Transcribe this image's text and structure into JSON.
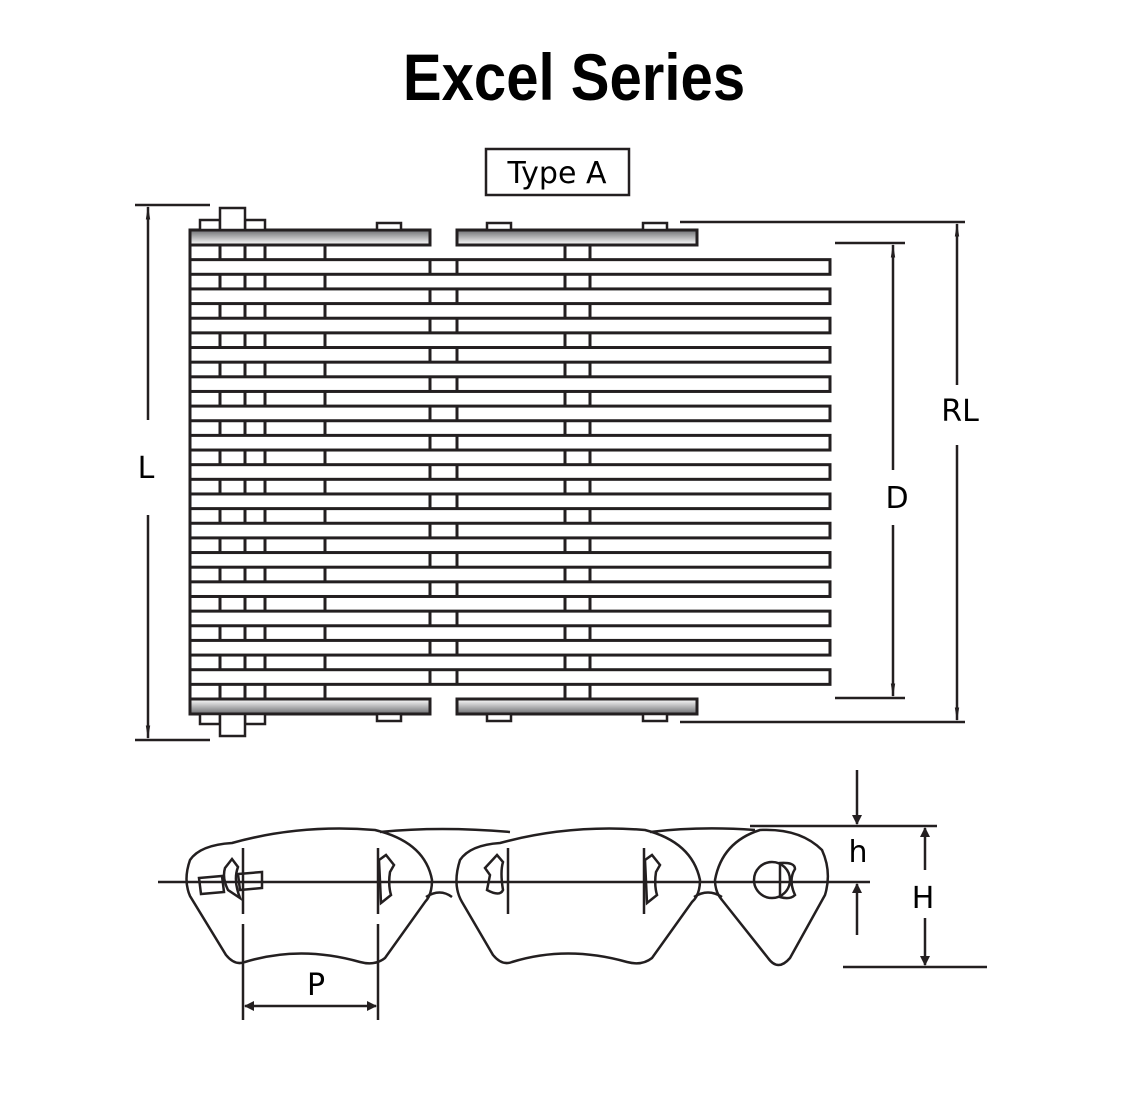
{
  "title": "Excel Series",
  "type_label": "Type A",
  "dimensions": {
    "length": "L",
    "rod_length": "RL",
    "width": "D",
    "pitch": "P",
    "height_small": "h",
    "height": "H"
  },
  "colors": {
    "line": "#231f20",
    "plate_gradient_dark": "#6d6e71",
    "plate_gradient_light": "#ffffff"
  }
}
